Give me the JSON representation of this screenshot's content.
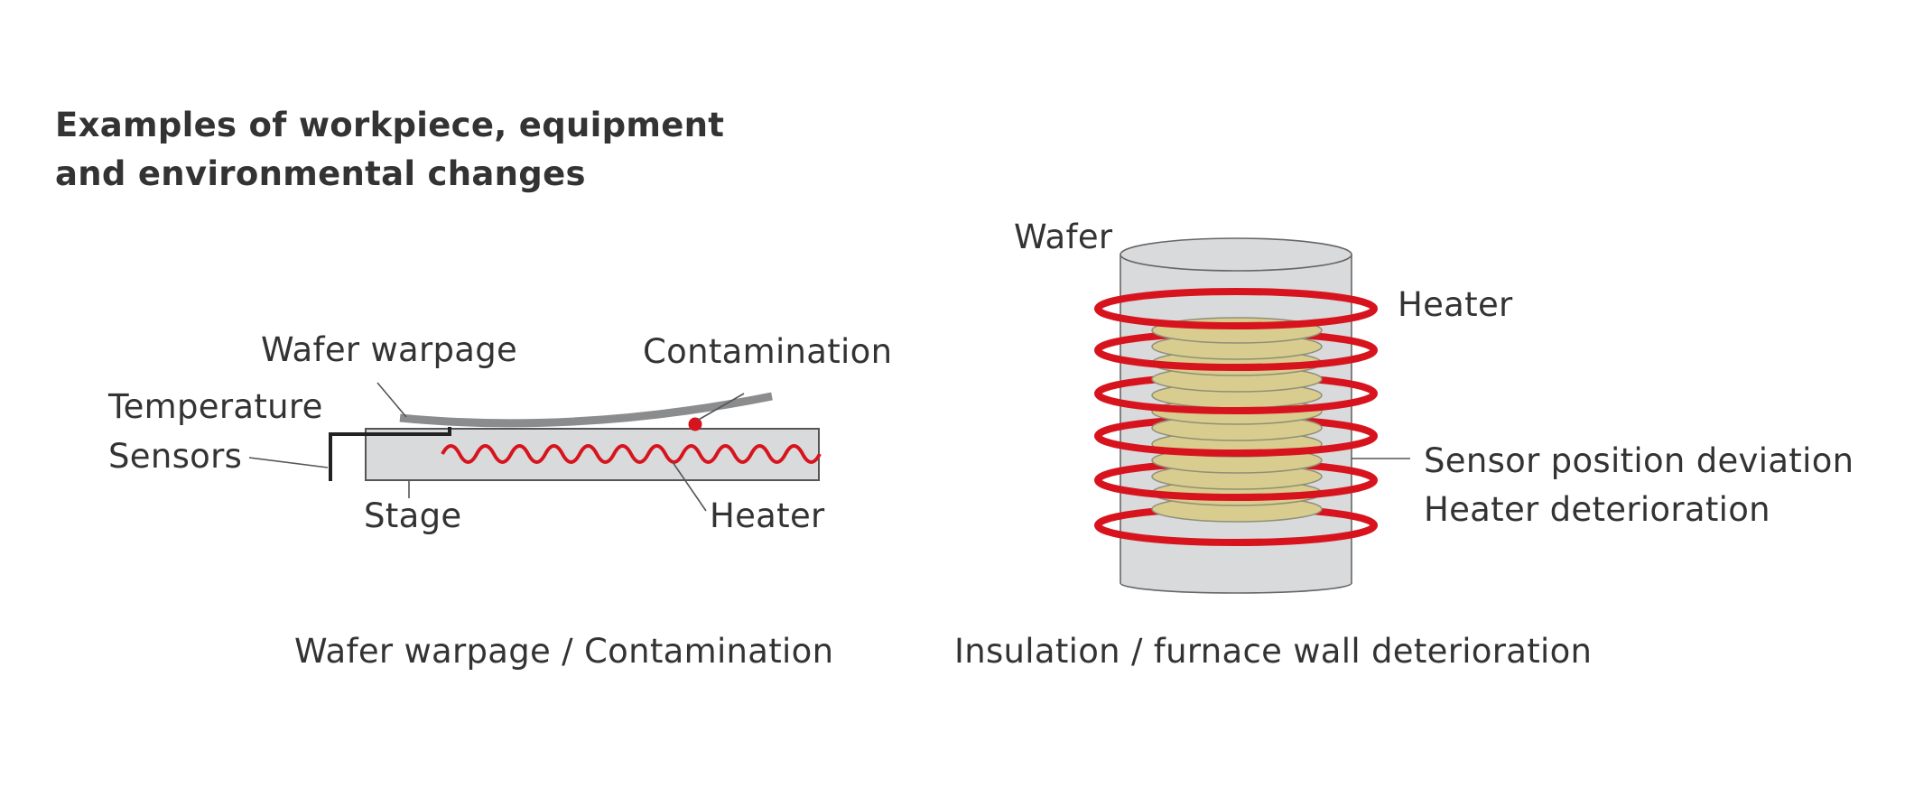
{
  "title": {
    "line1": "Examples of workpiece, equipment",
    "line2": "and environmental changes"
  },
  "left_diagram": {
    "caption": "Wafer warpage / Contamination",
    "labels": {
      "wafer_warpage": "Wafer warpage",
      "contamination": "Contamination",
      "temperature": "Temperature",
      "sensors": "Sensors",
      "stage": "Stage",
      "heater": "Heater"
    }
  },
  "right_diagram": {
    "caption": "Insulation / furnace wall deterioration",
    "labels": {
      "wafer": "Wafer",
      "heater": "Heater",
      "sensor_position_deviation": "Sensor position deviation",
      "heater_deterioration": "Heater deterioration"
    }
  },
  "colors": {
    "heater_red": "#d7141e",
    "stage_gray": "#d9dadb",
    "wafer_gray": "#8a8c8e",
    "wafer_tan": "#d8cd8e",
    "outline": "#555555"
  }
}
